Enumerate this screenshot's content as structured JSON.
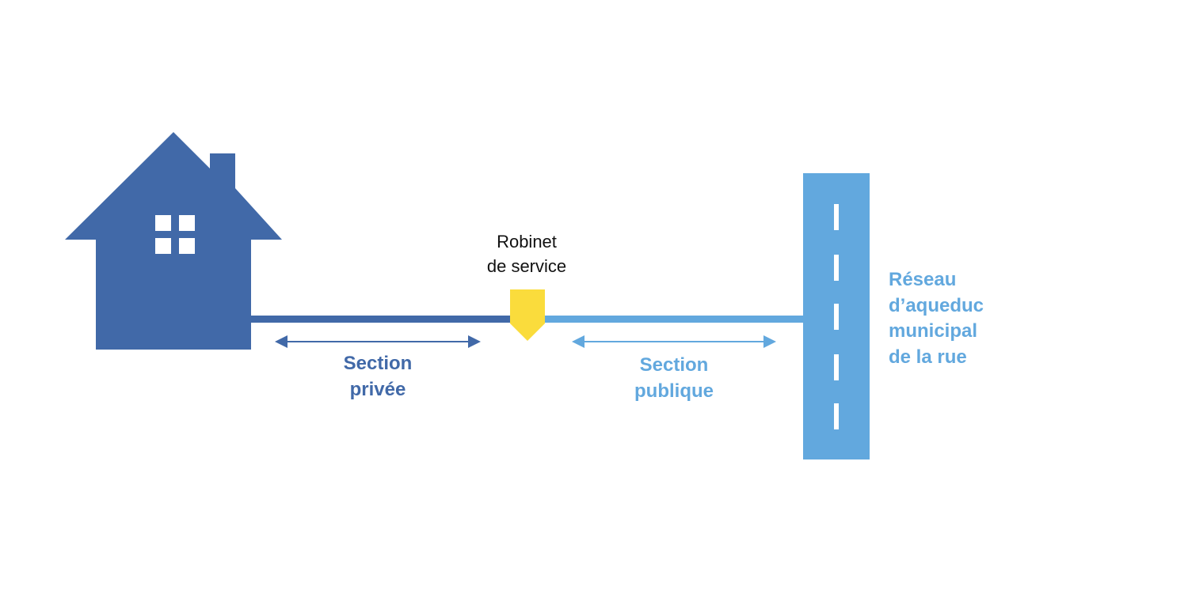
{
  "colors": {
    "private": "#4169a8",
    "public": "#62a8de",
    "valve": "#fadc3c",
    "window": "#ffffff",
    "text_dark": "#111111"
  },
  "icons": {
    "house": "house-icon",
    "valve": "valve-icon",
    "street": "street-icon"
  },
  "labels": {
    "valve": [
      "Robinet",
      "de service"
    ],
    "private_section": [
      "Section",
      "privée"
    ],
    "public_section": [
      "Section",
      "publique"
    ],
    "network": [
      "Réseau",
      "d’aqueduc",
      "municipal",
      "de la rue"
    ]
  }
}
